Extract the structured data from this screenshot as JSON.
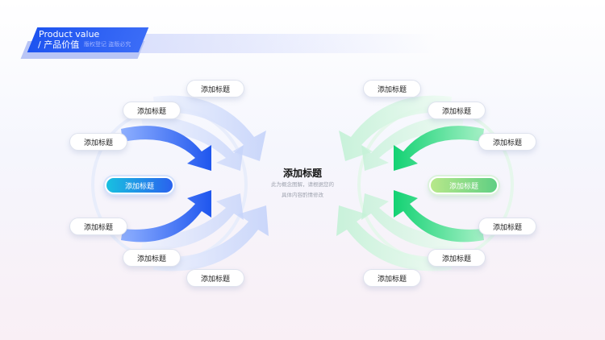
{
  "header": {
    "title_en": "Product value",
    "title_cn": "/ 产品价值",
    "subtitle": "版权登记 盗版必究"
  },
  "center": {
    "title": "添加标题",
    "description_line1": "此为概念图解，请根据您的",
    "description_line2": "具体内容酌情修改"
  },
  "left_cycle": {
    "center_label": "添加标题",
    "labels": [
      "添加标题",
      "添加标题",
      "添加标题",
      "添加标题",
      "添加标题",
      "添加标题"
    ]
  },
  "right_cycle": {
    "center_label": "添加标题",
    "labels": [
      "添加标题",
      "添加标题",
      "添加标题",
      "添加标题",
      "添加标题",
      "添加标题"
    ]
  },
  "colors": {
    "blue_primary": "#1f56ee",
    "blue_light": "#c8d5fa",
    "green_primary": "#1fd27a",
    "green_light": "#cdf3dc"
  }
}
